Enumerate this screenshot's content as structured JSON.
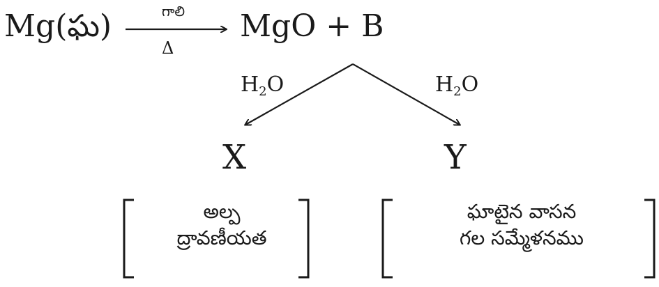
{
  "reaction": {
    "reactant": "Mg(ఘ)",
    "condition_top": "గాలి",
    "condition_bottom": "Δ",
    "product": "MgO + B"
  },
  "branches": {
    "left_reagent_a": "H",
    "left_reagent_sub": "2",
    "left_reagent_b": "O",
    "right_reagent_a": "H",
    "right_reagent_sub": "2",
    "right_reagent_b": "O",
    "left_product": "X",
    "right_product": "Y"
  },
  "descriptions": {
    "x_line1": "అల్ప",
    "x_line2": "ద్రావణీయత",
    "y_line1": "ఘాటైన వాసన",
    "y_line2": "గల సమ్మేళనము"
  }
}
